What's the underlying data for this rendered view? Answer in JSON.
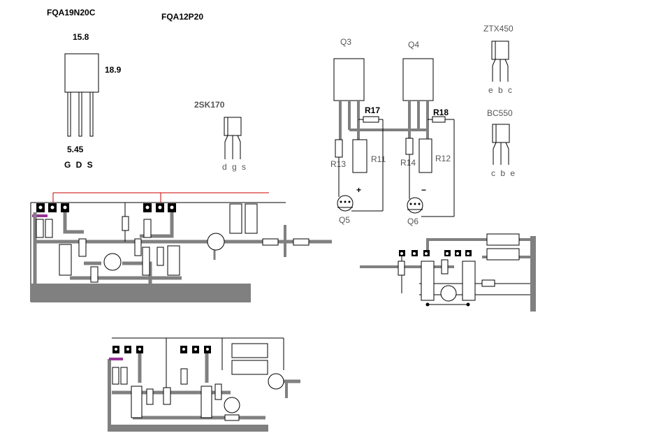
{
  "parts": {
    "fqa19": {
      "name": "FQA19N20C",
      "width": "15.8",
      "height": "18.9",
      "pitch": "5.45",
      "pins": "G D S"
    },
    "fqa12": {
      "name": "FQA12P20"
    },
    "sk170": {
      "name": "2SK170",
      "pins": "d g s"
    },
    "ztx450": {
      "name": "ZTX450",
      "pins": "e b c"
    },
    "bc550": {
      "name": "BC550",
      "pins": "c b e"
    }
  },
  "schematic": {
    "q3": "Q3",
    "q4": "Q4",
    "q5": "Q5",
    "q6": "Q6",
    "r17": "R17",
    "r18": "R18",
    "r13": "R13",
    "r11": "R11",
    "r14": "R14",
    "r12": "R12",
    "plus": "+",
    "minus": "−"
  },
  "colors": {
    "track": "#808080",
    "rail": "#cc0000",
    "marker": "#993399"
  }
}
